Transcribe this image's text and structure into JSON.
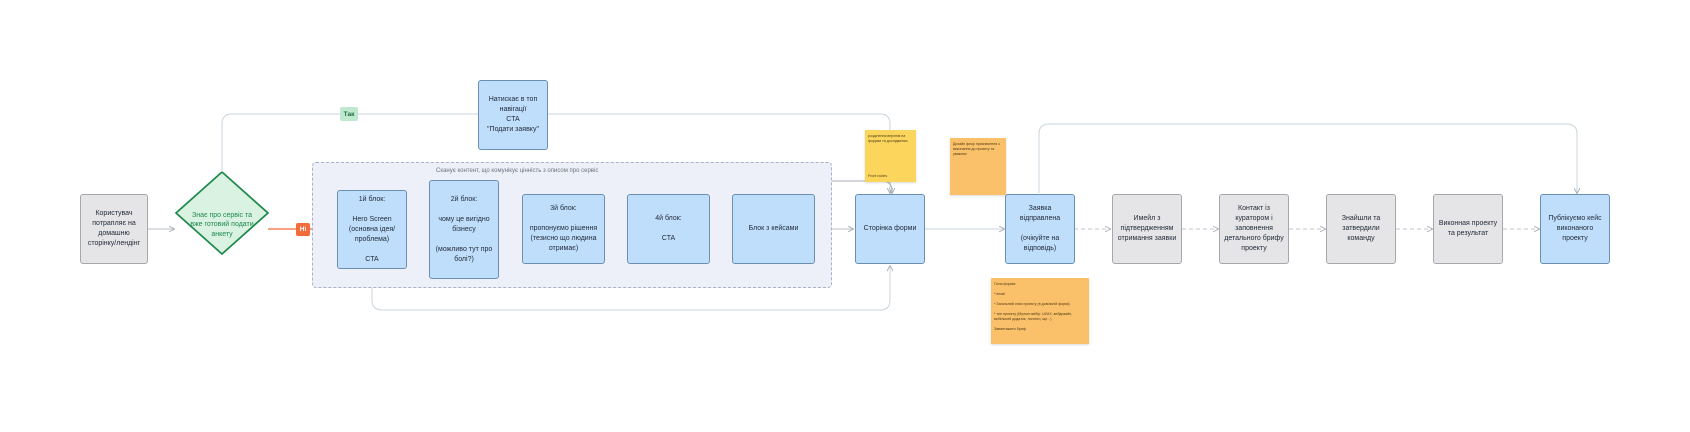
{
  "nodes": {
    "user": "Користувач потрапляє на домашню сторінку/лендінг",
    "decision": "Знає про сервіс та вже готовий подати анкету",
    "topnav": "Натискає в топ навігації\nCTA\n\"Подати заявку\"",
    "block1": "1й блок:\n\nHero Screen\n(основна ідея/проблема)\n\nCTA",
    "block2": "2й блок:\n\nчому це вигідно бізнесу\n\n(можливо тут про болі?)",
    "block3": "3й блок:\n\nпропонуємо рішення\n(тезисно що людина отримає)",
    "block4": "4й блок:\n\nCTA",
    "cases": "Блок з кейсами",
    "form": "Сторінка форми",
    "sent": "Заявка відправлена\n\n(очікуйте на відповідь)",
    "email": "Имейл з підтвердженням отримання заявки",
    "contact": "Контакт із куратором і заповнення детального брифу проекту",
    "team": "Знайшли та затвердили команду",
    "exec": "Виконная проекту та результат",
    "publish": "Публікуємо кейс виконаного проекту"
  },
  "group": {
    "label": "Сканує контент, що комунікує цінність з описом про сервіс"
  },
  "tags": {
    "yes": "Так",
    "no": "Ні"
  },
  "stickies": {
    "yellow": "розділення верхнім на форуми та досліджених\n\n\n\n\n\n\nFront nodes",
    "orange_top": "Дизайн флоу призначення з виконання до проекту та уважних",
    "orange_bottom": "Поля форми:\n\n* email\n\n* Загальний опис проекту (в довільній формі)\n\n* тип проекту (Мульти вибір: UI/UX, вебдизайн, мобільний додаток, логотип, ще...)\n\nЗавантажити бриф"
  },
  "colors": {
    "grey_node": "#e5e4e6",
    "blue_node": "#bfdefb",
    "decision_fill": "#d9f2e1",
    "decision_stroke": "#1f8a4c",
    "no_tag": "#f36b3a",
    "yes_tag": "#bfe9cf",
    "group_fill": "#eef0f9",
    "sticky_yellow": "#fcd65c",
    "sticky_orange": "#fbc06a",
    "connector": "#b9bcc6"
  }
}
